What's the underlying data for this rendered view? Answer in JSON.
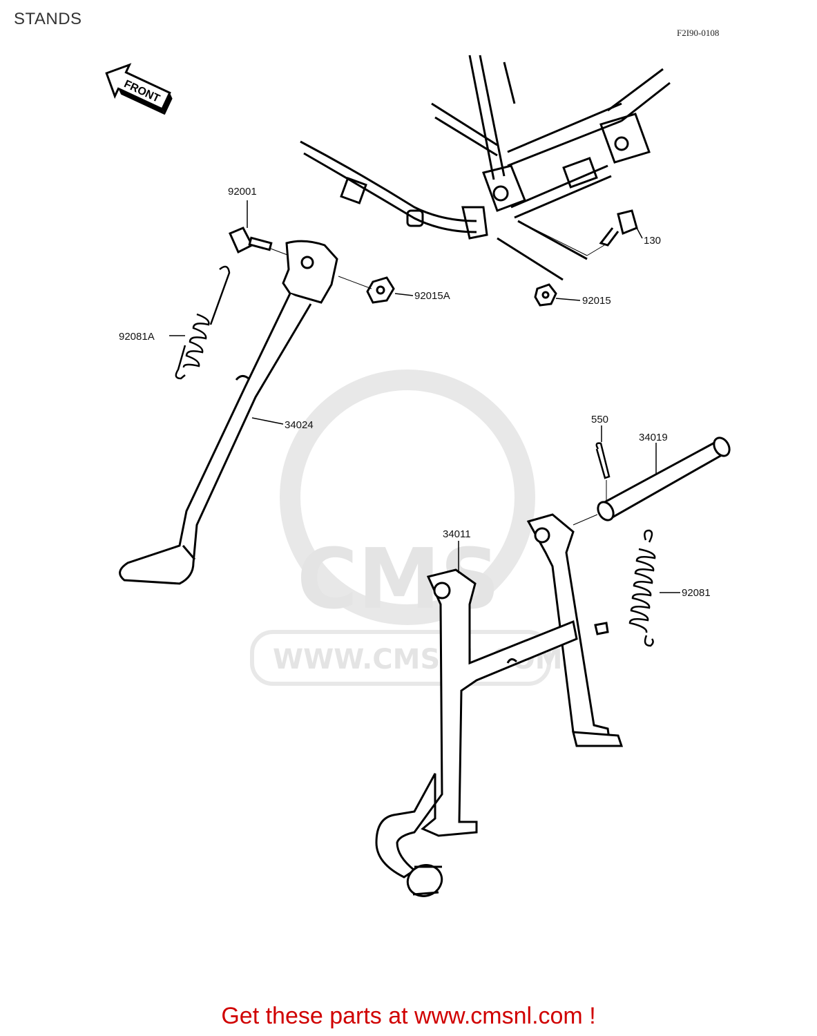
{
  "title": "STANDS",
  "reference_code": "F2I90-0108",
  "front_label": "FRONT",
  "watermark": {
    "logo": "CMS",
    "url": "WWW.CMSNL.COM"
  },
  "parts": [
    {
      "number": "92001",
      "name": "bolt"
    },
    {
      "number": "92015A",
      "name": "nut"
    },
    {
      "number": "130",
      "name": "bolt"
    },
    {
      "number": "92015",
      "name": "nut"
    },
    {
      "number": "92081A",
      "name": "spring"
    },
    {
      "number": "34024",
      "name": "side-stand"
    },
    {
      "number": "550",
      "name": "cotter-pin"
    },
    {
      "number": "34019",
      "name": "shaft"
    },
    {
      "number": "34011",
      "name": "center-stand"
    },
    {
      "number": "92081",
      "name": "spring"
    }
  ],
  "footer": "Get these parts at www.cmsnl.com !",
  "colors": {
    "footer": "#d00000",
    "line": "#000000",
    "watermark": "#e2e2e2"
  }
}
